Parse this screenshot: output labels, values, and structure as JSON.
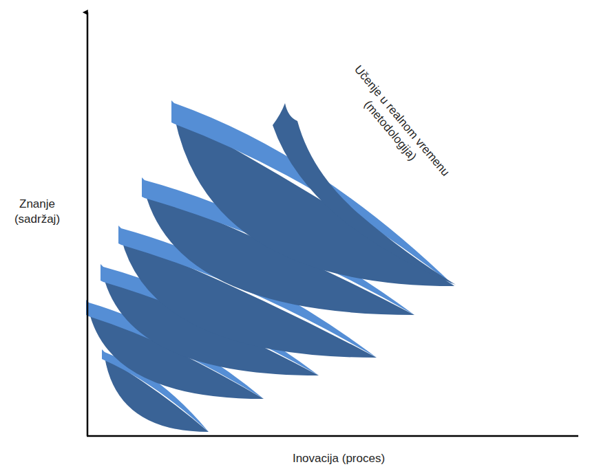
{
  "diagram": {
    "labels": [
      "Znanje (sadržaj)",
      "Inovacija (proces)",
      "Učenje u realnom vremenu (metodologija)"
    ]
  }
}
